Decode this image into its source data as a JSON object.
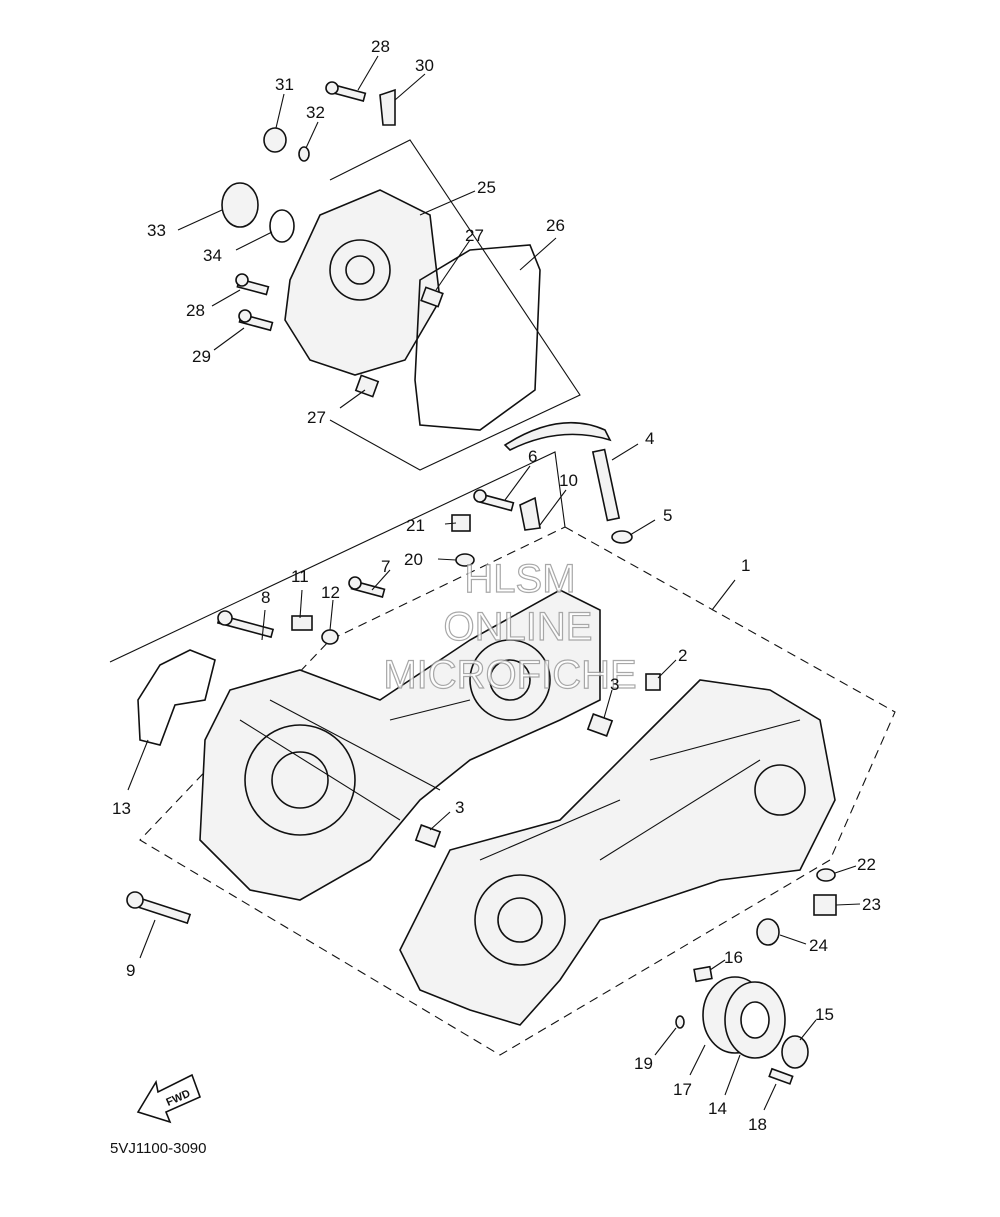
{
  "diagram": {
    "part_numbers": [
      "1",
      "2",
      "3",
      "3",
      "4",
      "5",
      "6",
      "7",
      "8",
      "9",
      "10",
      "11",
      "12",
      "13",
      "14",
      "15",
      "16",
      "17",
      "18",
      "19",
      "20",
      "21",
      "22",
      "23",
      "24",
      "25",
      "26",
      "27",
      "27",
      "28",
      "28",
      "29",
      "30",
      "31",
      "32",
      "33",
      "34"
    ],
    "watermark": [
      "HLSM",
      "ONLINE",
      "MICROFICHE"
    ],
    "fwd_label": "FWD",
    "diagram_code": "5VJ1100-3090"
  }
}
